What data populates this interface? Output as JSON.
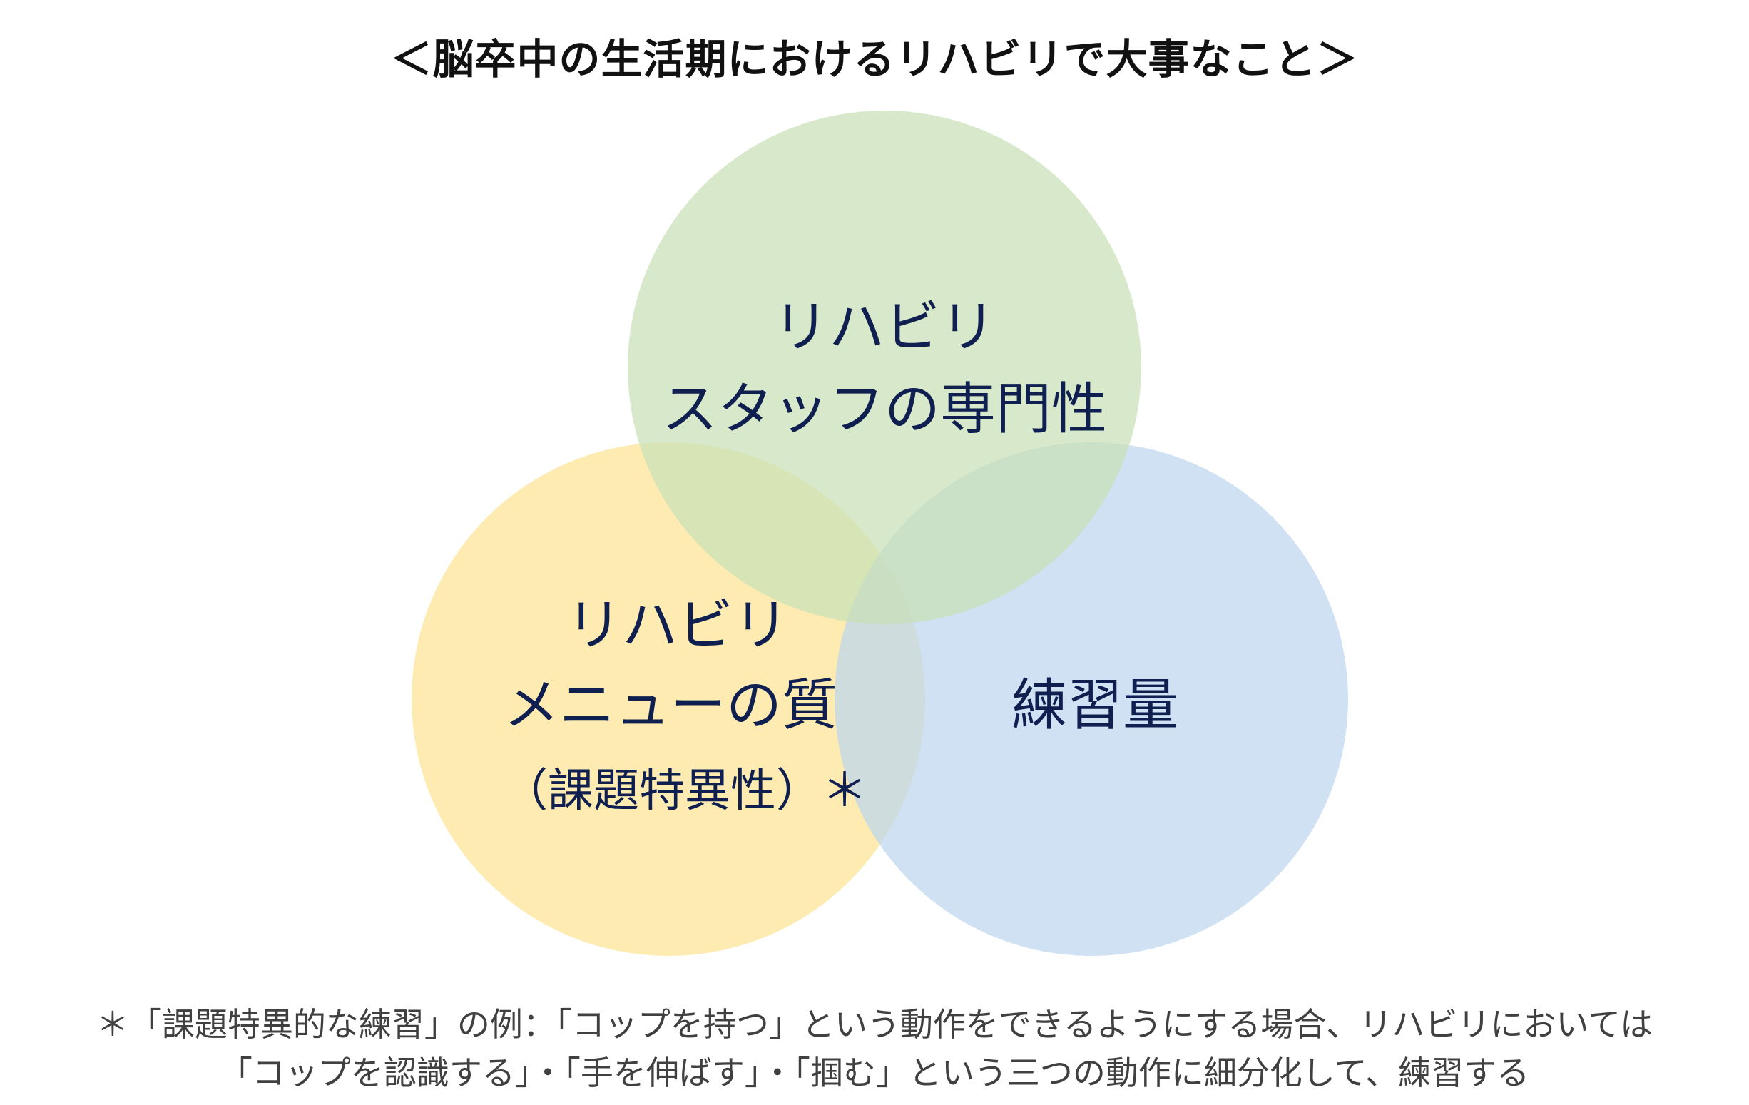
{
  "title": "＜脳卒中の生活期におけるリハビリで大事なこと＞",
  "circles": {
    "top": {
      "line1": "リハビリ",
      "line2": "スタッフの専門性",
      "color": "#c8e0b6"
    },
    "left": {
      "line1": "リハビリ",
      "line2": "メニューの質",
      "line3": "（課題特異性）＊",
      "color": "#fde59c"
    },
    "right": {
      "line1": "練習量",
      "color": "#bdd5ee"
    }
  },
  "footnote": {
    "line1": "＊「課題特異的な練習」の例：「コップを持つ」という動作をできるようにする場合、リハビリにおいては",
    "line2": "「コップを認識する」・「手を伸ばす」・「掴む」という三つの動作に細分化して、練習する"
  },
  "colors": {
    "label_text": "#0f1f4f",
    "footnote_text": "#404040"
  }
}
